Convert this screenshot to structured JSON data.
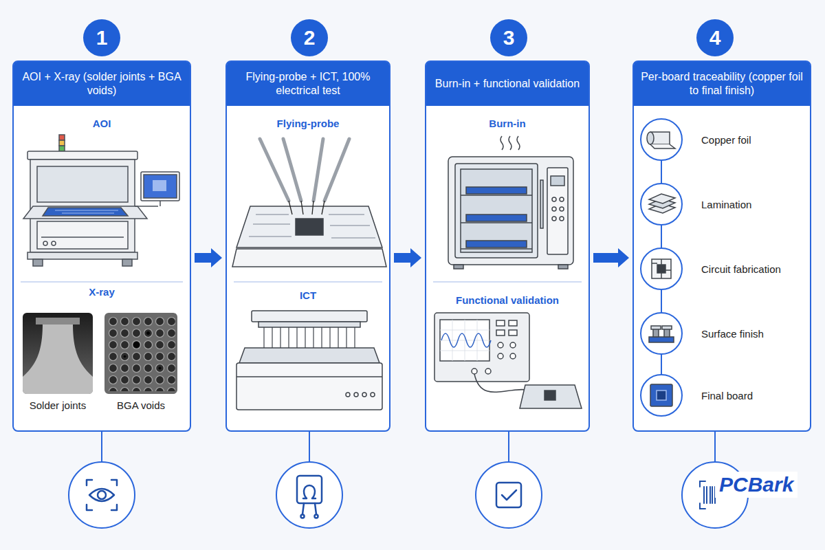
{
  "diagram": {
    "nodes": [
      {
        "text": [
          "1"
        ]
      },
      {
        "text": [
          "AOI + X-ray (solder joints + BGA voids)",
          "AOI",
          "X-ray"
        ]
      },
      {
        "text": [
          "2"
        ]
      },
      {
        "text": [
          "Flying-probe + ICT, 100% electrical test",
          "Flying-probe",
          "ICT"
        ]
      },
      {
        "text": [
          "3"
        ]
      },
      {
        "text": [
          "Burn-in + functional validation",
          "Burn-in",
          "Functional validation"
        ]
      },
      {
        "text": [
          "4"
        ]
      },
      {
        "text": [
          "Per-board traceability (copper foil to final finish)"
        ]
      },
      {
        "text": [
          "Copper foil"
        ],
        "in": 7
      },
      {
        "text": [
          "Lamination"
        ],
        "in": 7
      },
      {
        "text": [
          "Circuit fabrication"
        ],
        "in": 7
      },
      {
        "text": [
          "Surface finish"
        ],
        "in": 7
      },
      {
        "text": [
          "Final board"
        ],
        "in": 7
      }
    ],
    "edges": [
      {
        "from": 1,
        "to": 3,
        "arrow": "to"
      },
      {
        "from": 3,
        "to": 5,
        "arrow": "to"
      },
      {
        "from": 5,
        "to": 7,
        "arrow": "to"
      },
      {
        "from": 8,
        "to": 9,
        "arrow": "none"
      },
      {
        "from": 9,
        "to": 10,
        "arrow": "none"
      },
      {
        "from": 10,
        "to": 11,
        "arrow": "none"
      },
      {
        "from": 11,
        "to": 12,
        "arrow": "none"
      }
    ],
    "labels": [
      "Solder joints",
      "BGA voids",
      "PCBark"
    ]
  }
}
